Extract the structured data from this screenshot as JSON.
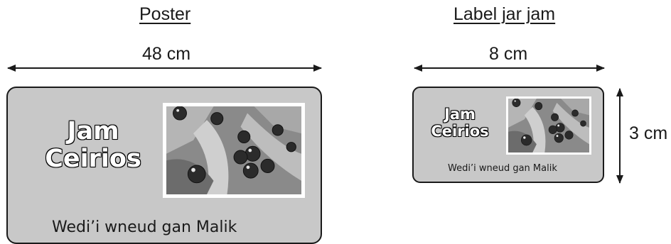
{
  "poster": {
    "heading": "Poster",
    "width_label": "48 cm",
    "title_line1": "Jam",
    "title_line2": "Ceirios",
    "maker": "Wedi’i wneud gan Malik",
    "photo_icon": "cherries-photo"
  },
  "label": {
    "heading": "Label jar jam",
    "width_label": "8 cm",
    "height_label": "3 cm",
    "title_line1": "Jam",
    "title_line2": "Ceirios",
    "maker": "Wedi’i wneud gan Malik",
    "photo_icon": "cherries-photo"
  },
  "colors": {
    "card_fill": "#c8c8c8",
    "ink": "#1a1a1a"
  }
}
